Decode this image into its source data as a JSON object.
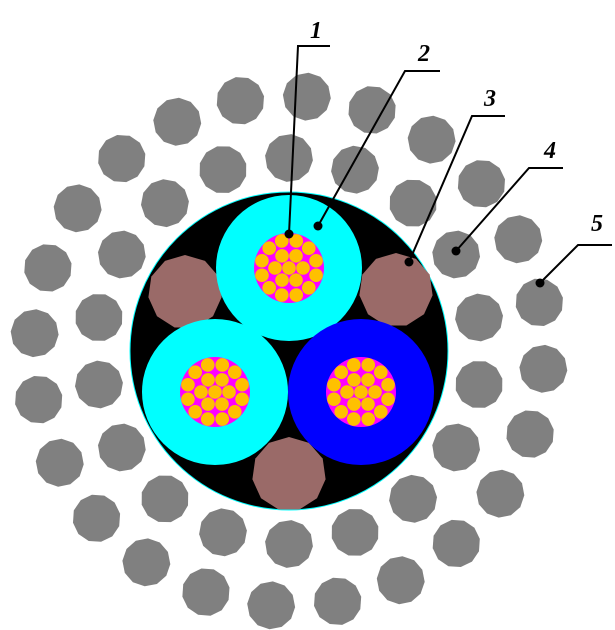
{
  "diagram": {
    "type": "cable-cross-section",
    "colors": {
      "background": "#ffffff",
      "outer_wire": "#808080",
      "core_filler": "#000000",
      "insulation_cyan": "#00ffff",
      "insulation_blue": "#0000ff",
      "filler_rod": "#9a6a68",
      "conductor_strand": "#ffc000",
      "conductor_matrix": "#ff00ff",
      "leader": "#000000"
    },
    "callouts": [
      {
        "label": "1",
        "target": "conductor-strands"
      },
      {
        "label": "2",
        "target": "insulation"
      },
      {
        "label": "3",
        "target": "filler-rod"
      },
      {
        "label": "4",
        "target": "inner-armor-wire"
      },
      {
        "label": "5",
        "target": "outer-armor-wire"
      }
    ]
  }
}
